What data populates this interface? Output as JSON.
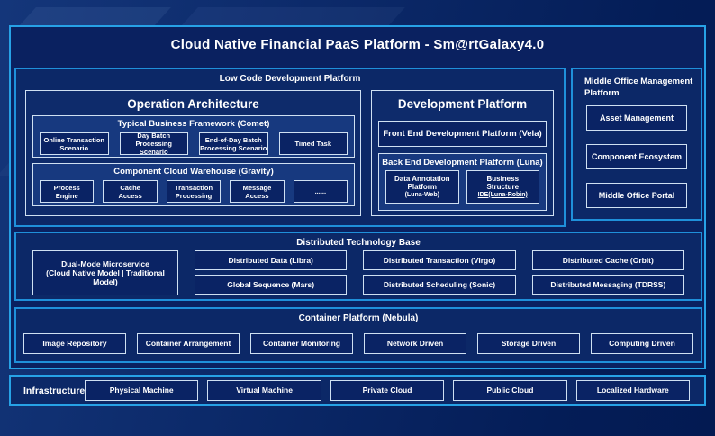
{
  "title": "Cloud Native Financial PaaS Platform - Sm@rtGalaxy4.0",
  "low_code": {
    "label": "Low Code Development Platform",
    "operation_architecture": {
      "title": "Operation Architecture",
      "typical_business_framework": {
        "label": "Typical Business Framework (Comet)",
        "items": [
          "Online Transaction\nScenario",
          "Day Batch Processing\nScenario",
          "End-of-Day Batch\nProcessing Scenario",
          "Timed Task"
        ]
      },
      "component_cloud_warehouse": {
        "label": "Component Cloud Warehouse (Gravity)",
        "items": [
          "Process\nEngine",
          "Cache\nAccess",
          "Transaction\nProcessing",
          "Message\nAccess",
          "......"
        ]
      }
    },
    "development_platform": {
      "title": "Development Platform",
      "front_end_label": "Front End Development Platform (Vela)",
      "back_end": {
        "label": "Back End Development Platform (Luna)",
        "items": [
          {
            "main": "Data Annotation\nPlatform",
            "sub": "(Luna-Web)"
          },
          {
            "main": "Business\nStructure",
            "sub": "IDE(Luna-Robin)"
          }
        ]
      }
    }
  },
  "middle_office": {
    "label": "Middle Office Management\nPlatform",
    "items": [
      "Asset Management",
      "Component Ecosystem",
      "Middle Office Portal"
    ]
  },
  "distributed": {
    "label": "Distributed Technology Base",
    "dual_mode": "Dual-Mode Microservice\n(Cloud Native Model | Traditional\nModel)",
    "columns": [
      [
        "Distributed Data (Libra)",
        "Global Sequence (Mars)"
      ],
      [
        "Distributed Transaction (Virgo)",
        "Distributed Scheduling (Sonic)"
      ],
      [
        "Distributed Cache (Orbit)",
        "Distributed Messaging (TDRSS)"
      ]
    ]
  },
  "container_platform": {
    "label": "Container Platform (Nebula)",
    "items": [
      "Image Repository",
      "Container Arrangement",
      "Container Monitoring",
      "Network Driven",
      "Storage Driven",
      "Computing Driven"
    ]
  },
  "infrastructure": {
    "label": "Infrastructure",
    "items": [
      "Physical Machine",
      "Virtual Machine",
      "Private Cloud",
      "Public Cloud",
      "Localized Hardware"
    ]
  },
  "colors": {
    "accent_border": "#27a2e6",
    "section_border": "#1f90da",
    "inner_border": "#cfe0f2",
    "background_navy": "#0a2160",
    "group_fill": "#17397f",
    "leaf_fill": "#0a2364"
  }
}
